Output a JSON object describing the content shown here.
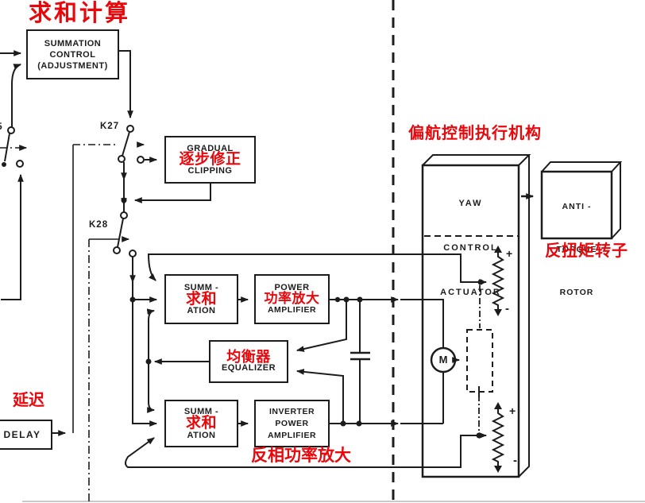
{
  "figure": {
    "type": "yaw control system relay block diagram",
    "languages": "English with red Chinese annotations"
  },
  "colors": {
    "ink": "#1c1c1c",
    "annotation_red": "#e8080c",
    "paper": "#ffffff"
  },
  "annotations": {
    "summation_calc": "求和计算",
    "gradual_clipping": "逐步修正",
    "summation_1": "求和",
    "power_amplifier": "功率放大",
    "equalizer": "均衡器",
    "summation_2": "求和",
    "inverter_power_amplifier": "反相功率放大",
    "delay": "延迟",
    "yaw_control_actuator": "偏航控制执行机构",
    "anti_torque_rotor": "反扭矩转子"
  },
  "blocks": {
    "summation_control": {
      "lines": [
        "SUMMATION",
        "CONTROL",
        "(ADJUSTMENT)"
      ]
    },
    "gradual_clipping": {
      "lines": [
        "GRADUAL",
        "CLIPPING"
      ]
    },
    "summation_1": {
      "lines": [
        "SUMM -",
        "ATION"
      ]
    },
    "power_amplifier": {
      "lines": [
        "POWER",
        "AMPLIFIER"
      ]
    },
    "equalizer": {
      "lines": [
        "EQUALIZER"
      ]
    },
    "summation_2": {
      "lines": [
        "SUMM -",
        "ATION"
      ]
    },
    "inverter_power_amplifier": {
      "lines": [
        "INVERTER",
        "POWER",
        "AMPLIFIER"
      ]
    },
    "delay": {
      "lines": [
        "DELAY"
      ]
    },
    "yaw_control_actuator": {
      "lines": [
        "YAW",
        "CONTROL",
        "ACTUATOR"
      ]
    },
    "anti_torque_rotor": {
      "lines": [
        "ANTI -",
        "TORQUE",
        "ROTOR"
      ]
    }
  },
  "switch_labels": {
    "k27": "K27",
    "k28": "K28",
    "edge_fragment": "5"
  },
  "motor_label": "M",
  "potentiometers": {
    "upper": {
      "plus": "+",
      "minus": "-"
    },
    "lower": {
      "plus": "+",
      "minus": "-"
    }
  }
}
